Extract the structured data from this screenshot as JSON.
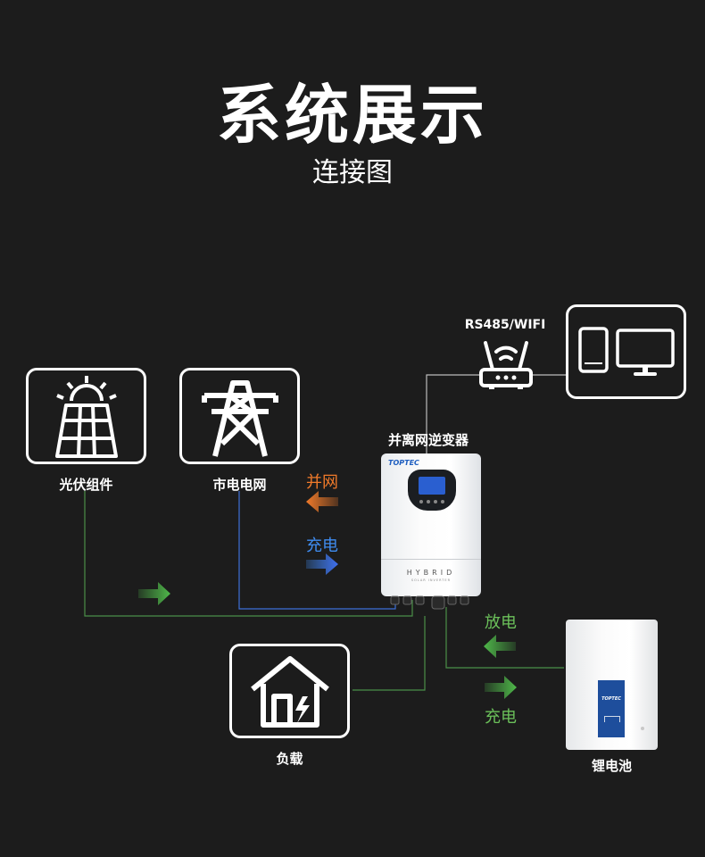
{
  "header": {
    "title": "系统展示",
    "subtitle": "连接图"
  },
  "nodes": {
    "solar": "光伏组件",
    "grid": "市电电网",
    "inverter": "并离网逆变器",
    "load": "负载",
    "battery": "锂电池",
    "comm": "RS485/WIFI"
  },
  "flows": {
    "grid_feed": "并网",
    "grid_charge": "充电",
    "battery_discharge": "放电",
    "battery_charge": "充电"
  },
  "device": {
    "brand": "TOPTEC",
    "model": "HYBRID",
    "model_sub": "SOLAR INVERTER",
    "battery_brand": "TOPTEC"
  },
  "colors": {
    "grid_feed_arrow": "#f07a2a",
    "charge_arrow": "#3f8cf0",
    "green_arrow": "#4fb84a",
    "solar_wire": "#4a8f48",
    "grid_wire": "#3d6fd8"
  }
}
